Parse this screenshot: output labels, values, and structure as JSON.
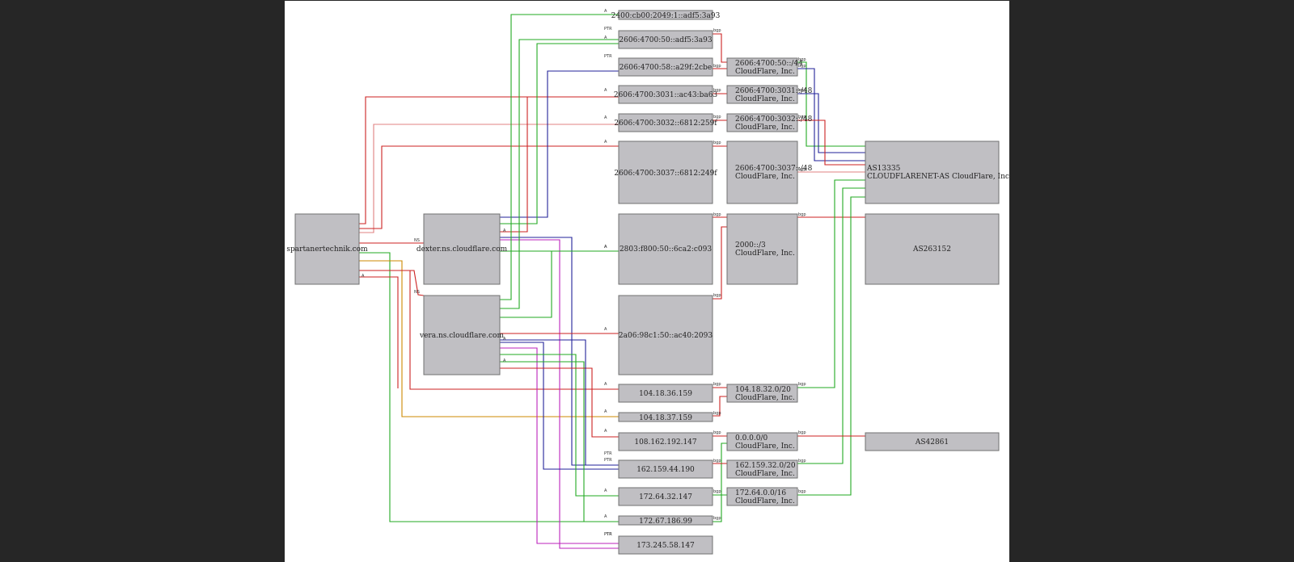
{
  "colors": {
    "red": "#cc2222",
    "green": "#22aa22",
    "blue": "#222299",
    "magenta": "#bb22bb",
    "orange": "#cc8800",
    "pink": "#e08080"
  },
  "nodes": {
    "spartan": "spartanertechnik.com",
    "dexter": "dexter.ns.cloudflare.com",
    "vera": "vera.ns.cloudflare.com",
    "ip6_1": "2400:cb00:2049:1::adf5:3a93",
    "ip6_2": "2606:4700:50::adf5:3a93",
    "ip6_3": "2606:4700:58::a29f:2cbe",
    "ip6_4": "2606:4700:3031::ac43:ba63",
    "ip6_5": "2606:4700:3032::6812:259f",
    "ip6_6": "2606:4700:3037::6812:249f",
    "ip6_7": "2803:f800:50::6ca2:c093",
    "ip6_8": "2a06:98c1:50::ac40:2093",
    "ip4_1": "104.18.36.159",
    "ip4_2": "104.18.37.159",
    "ip4_3": "108.162.192.147",
    "ip4_4": "162.159.44.190",
    "ip4_5": "172.64.32.147",
    "ip4_6": "172.67.186.99",
    "ip4_7": "173.245.58.147",
    "pfx_1": {
      "line1": "2606:4700:50::/44",
      "line2": "CloudFlare, Inc."
    },
    "pfx_2": {
      "line1": "2606:4700:3031::/48",
      "line2": "CloudFlare, Inc."
    },
    "pfx_3": {
      "line1": "2606:4700:3032::/48",
      "line2": "CloudFlare, Inc."
    },
    "pfx_4": {
      "line1": "2606:4700:3037::/48",
      "line2": "CloudFlare, Inc."
    },
    "pfx_5": {
      "line1": "2000::/3",
      "line2": "CloudFlare, Inc."
    },
    "pfx_6": {
      "line1": "104.18.32.0/20",
      "line2": "CloudFlare, Inc."
    },
    "pfx_7": {
      "line1": "0.0.0.0/0",
      "line2": "CloudFlare, Inc."
    },
    "pfx_8": {
      "line1": "162.159.32.0/20",
      "line2": "CloudFlare, Inc."
    },
    "pfx_9": {
      "line1": "172.64.0.0/16",
      "line2": "CloudFlare, Inc."
    },
    "as_1": {
      "line1": "AS13335",
      "line2": "CLOUDFLARENET-AS CloudFlare, Inc."
    },
    "as_2": "AS263152",
    "as_3": "AS42861"
  },
  "edge_labels": {
    "ns": "NS",
    "a": "A",
    "ptr": "PTR",
    "bgp": "bgp"
  }
}
